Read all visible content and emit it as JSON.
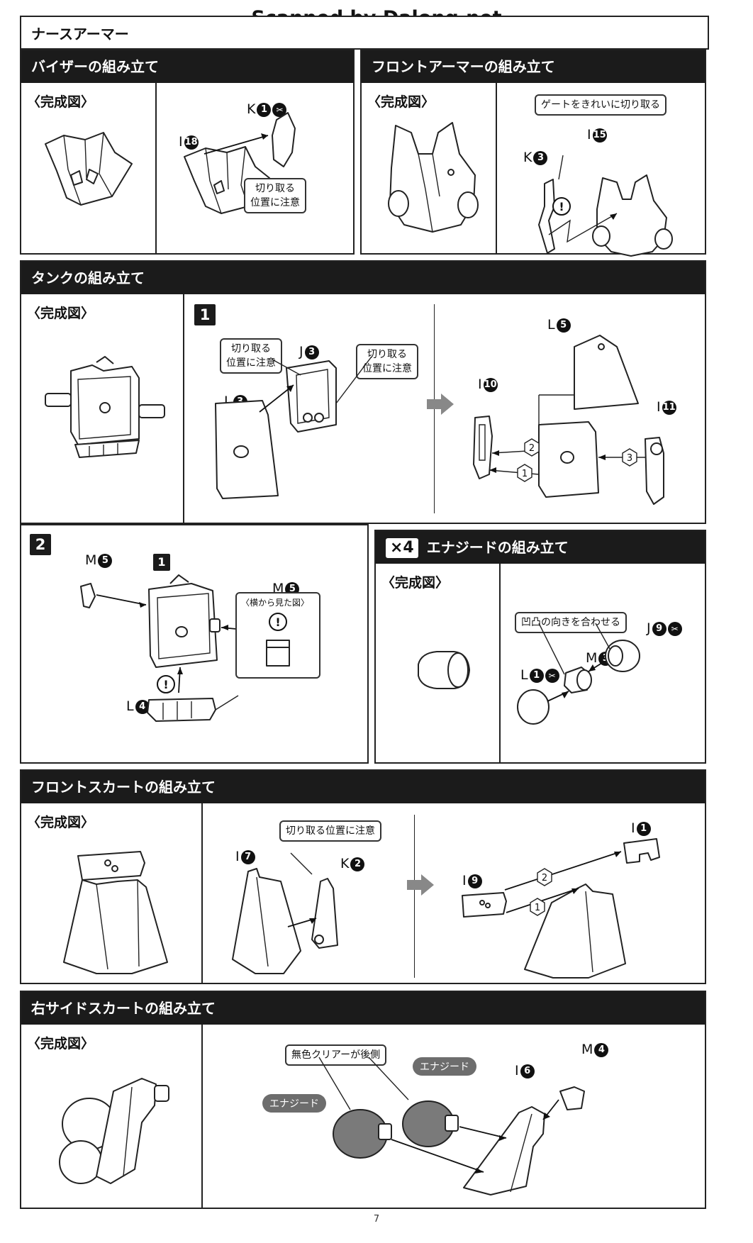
{
  "watermark": "Scanned by Dalong.net",
  "page_title": "ナースアーマー",
  "page_number": "7",
  "completed_label": "〈完成図〉",
  "sections": {
    "visor": {
      "title": "バイザーの組み立て",
      "part_i18": "I",
      "part_i18_num": "18",
      "part_k1": "K",
      "part_k1_num": "1",
      "callout": [
        "切り取る",
        "位置に注意"
      ]
    },
    "front_armor": {
      "title": "フロントアーマーの組み立て",
      "callout": "ゲートをきれいに切り取る",
      "part_i15": "I",
      "part_i15_num": "15",
      "part_k3": "K",
      "part_k3_num": "3"
    },
    "tank": {
      "title": "タンクの組み立て",
      "step1": "1",
      "step2": "2",
      "callout_left": [
        "切り取る",
        "位置に注意"
      ],
      "callout_right": [
        "切り取る",
        "位置に注意"
      ],
      "part_j3": "J",
      "part_j3_num": "3",
      "part_l3": "L",
      "part_l3_num": "3",
      "part_l5": "L",
      "part_l5_num": "5",
      "part_i10": "I",
      "part_i10_num": "10",
      "part_i11": "I",
      "part_i11_num": "11",
      "order_1": "1",
      "order_2": "2",
      "order_3": "3",
      "part_m5_left": "M",
      "part_m5_left_num": "5",
      "part_m5_right": "M",
      "part_m5_right_num": "5",
      "part_l4": "L",
      "part_l4_num": "4",
      "side_view": "〈横から見た図〉"
    },
    "energy": {
      "multiplier": "×4",
      "title": "エナジードの組み立て",
      "callout": "凹凸の向きを合わせる",
      "part_j9": "J",
      "part_j9_num": "9",
      "part_m3": "M",
      "part_m3_num": "3",
      "part_l1": "L",
      "part_l1_num": "1"
    },
    "front_skirt": {
      "title": "フロントスカートの組み立て",
      "callout": "切り取る位置に注意",
      "part_i7": "I",
      "part_i7_num": "7",
      "part_k2": "K",
      "part_k2_num": "2",
      "part_i1": "I",
      "part_i1_num": "1",
      "part_i9": "I",
      "part_i9_num": "9",
      "order_1": "1",
      "order_2": "2"
    },
    "right_side_skirt": {
      "title": "右サイドスカートの組み立て",
      "callout": "無色クリアーが後側",
      "tag_left": "エナジード",
      "tag_right": "エナジード",
      "part_i6": "I",
      "part_i6_num": "6",
      "part_m4": "M",
      "part_m4_num": "4"
    }
  }
}
